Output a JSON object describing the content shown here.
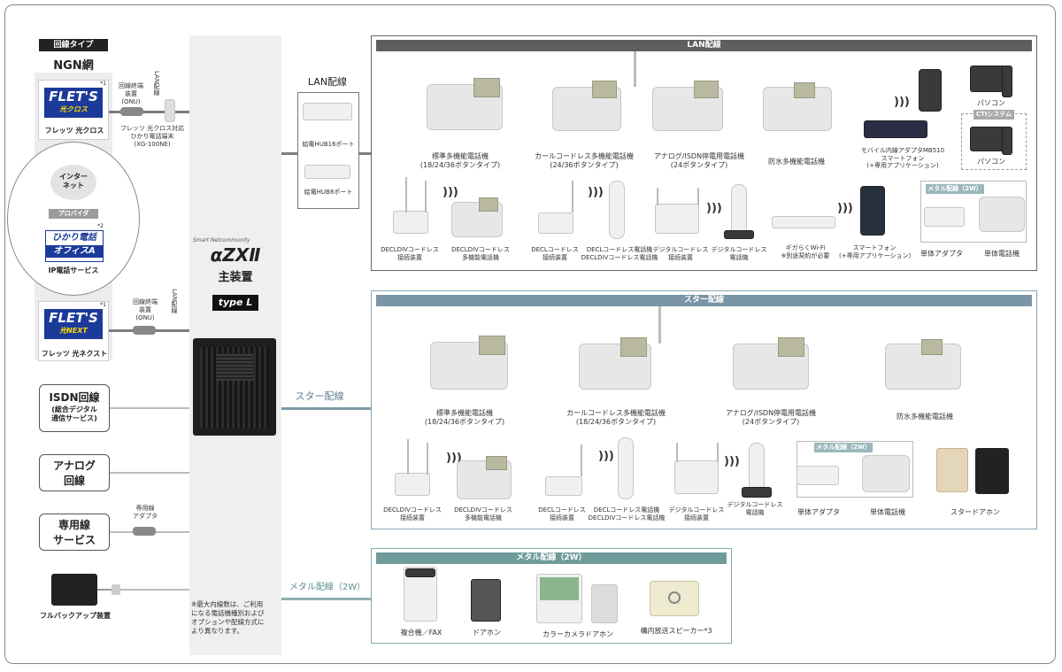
{
  "left": {
    "line_type_label": "回線タイプ",
    "ngn_label": "NGN網",
    "flets_cross": {
      "logo": "FLET'S",
      "sub": "光クロス",
      "caption": "フレッツ 光クロス",
      "note": "*1"
    },
    "onu_1": "回線終端\n装置\n(ONU)",
    "lan_wire_v1": "LAN配線",
    "cross_terminal": "フレッツ 光クロス対応\nひかり電話端末\n(XG-100NE)",
    "internet": "インター\nネット",
    "provider": "プロバイダ",
    "hikari_office": {
      "logo1": "ひかり電話",
      "logo2": "オフィスA",
      "caption": "IP電話サービス",
      "note": "*2"
    },
    "flets_next": {
      "logo": "FLET'S",
      "sub": "光NEXT",
      "caption": "フレッツ 光ネクスト",
      "note": "*1"
    },
    "onu_2": "回線終端\n装置\n(ONU)",
    "lan_wire_v2": "LAN配線",
    "isdn_title": "ISDN回線",
    "isdn_sub": "(総合デジタル\n通信サービス)",
    "analog": "アナログ\n回線",
    "dedicated": "専用線\nサービス",
    "dedicated_adapter": "専用線\nアダプタ",
    "ups": "フルバックアップ装置"
  },
  "center": {
    "brand_small": "Smart Netcommunity",
    "brand": "αZXⅡ",
    "main_unit": "主装置",
    "type": "type L",
    "note": "※最大内線数は、ご利用\nになる電話機種別および\nオプションや配線方式に\nより異なります。"
  },
  "connectors": {
    "lan": "LAN配線",
    "star": "スター配線",
    "metal": "メタル配線（2W）",
    "hub16": "給電HUB16ポート",
    "hub8": "給電HUB8ポート"
  },
  "lan_section": {
    "title": "LAN配線",
    "row1": [
      "標準多機能電話機\n(18/24/36ボタンタイプ)",
      "カールコードレス多機能電話機\n(24/36ボタンタイプ)",
      "アナログ/ISDN停電用電話機\n(24ボタンタイプ)",
      "防水多機能電話機",
      "モバイル内線アダプタMB510\nスマートフォン\n(+専用アプリケーション)",
      "パソコン",
      "パソコン"
    ],
    "cti": "CTIシステム",
    "row2": [
      "DECLDIVコードレス\n接続装置",
      "DECLDIVコードレス\n多機能電話機",
      "DECLコードレス\n接続装置",
      "DECLコードレス電話機\nDECLDIVコードレス電話機",
      "デジタルコードレス\n接続装置",
      "デジタルコードレス\n電話機",
      "ギガらくWi-Fi\n※別途契約が必要",
      "スマートフォン\n(+専用アプリケーション)",
      "単体アダプタ",
      "単体電話機"
    ],
    "metal_tag": "メタル配線（2W）"
  },
  "star_section": {
    "title": "スター配線",
    "row1": [
      "標準多機能電話機\n(18/24/36ボタンタイプ)",
      "カールコードレス多機能電話機\n(18/24/36ボタンタイプ)",
      "アナログ/ISDN停電用電話機\n(24ボタンタイプ)",
      "防水多機能電話機"
    ],
    "row2": [
      "DECLDIVコードレス\n接続装置",
      "DECLDIVコードレス\n多機能電話機",
      "DECLコードレス\n接続装置",
      "DECLコードレス電話機\nDECLDIVコードレス電話機",
      "デジタルコードレス\n接続装置",
      "デジタルコードレス\n電話機",
      "単体アダプタ",
      "単体電話機",
      "スタードアホン"
    ],
    "metal_tag": "メタル配線（2W）"
  },
  "metal_section": {
    "title": "メタル配線（2W）",
    "items": [
      "複合機／FAX",
      "ドアホン",
      "カラーカメラドアホン",
      "構内放送スピーカー*3"
    ]
  },
  "colors": {
    "lan_bar": "#5e5e5e",
    "star_bar": "#7995a6",
    "metal_bar": "#6f9b9b",
    "flets_blue": "#1b3a9a"
  }
}
